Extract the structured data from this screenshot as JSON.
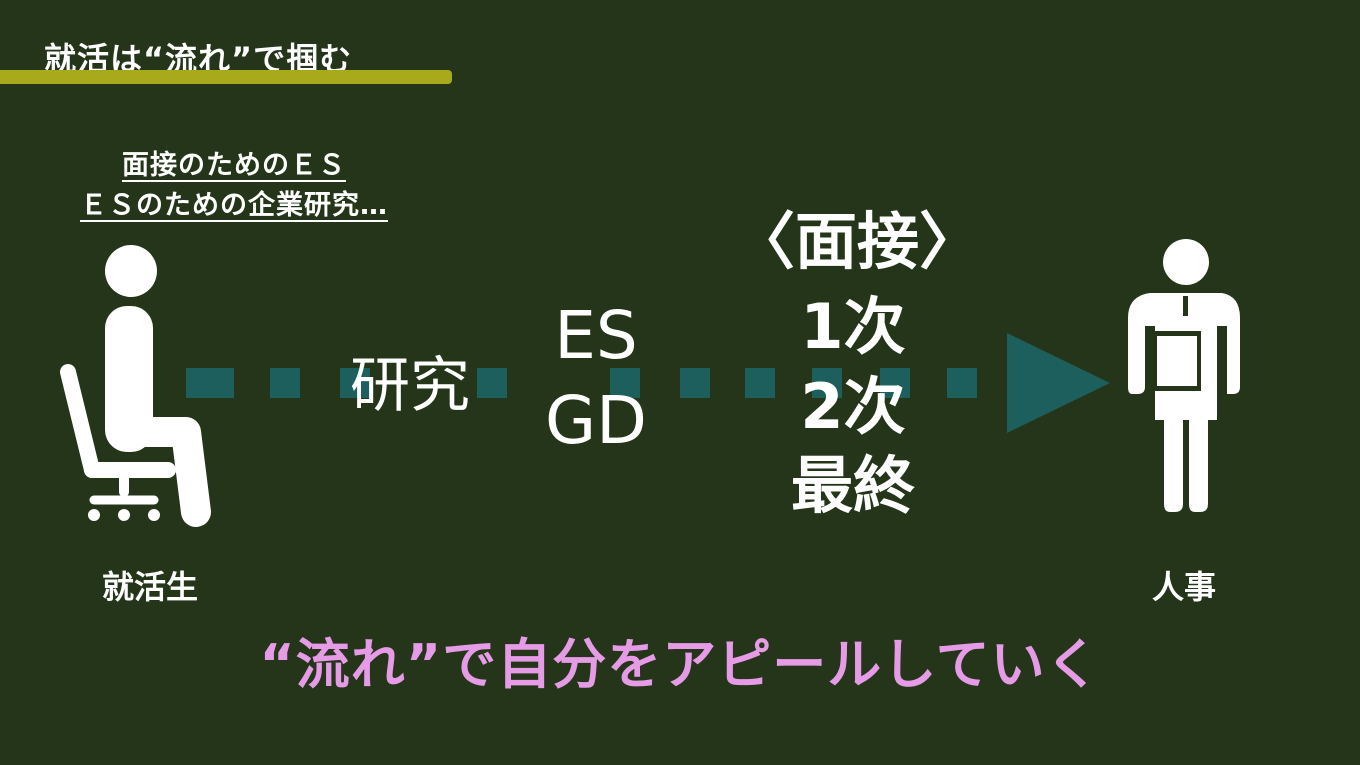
{
  "title": "就活は“流れ”で掴む",
  "notes": {
    "line1": "面接のためのＥＳ",
    "line2": "ＥＳのための企業研究…"
  },
  "steps": {
    "research": "研究",
    "es": "ES",
    "gd": "GD"
  },
  "interview": {
    "heading": "〈面接〉",
    "first": "1次",
    "second": "2次",
    "final": "最終"
  },
  "labels": {
    "student": "就活生",
    "hr": "人事"
  },
  "footer": "“流れ”で自分をアピールしていく",
  "colors": {
    "background": "#243519",
    "underline": "#a9a91c",
    "arrow": "#1c5f5d",
    "footer": "#e59be6",
    "icon": "#ffffff"
  },
  "icons": {
    "student": "seated-person-icon",
    "hr": "business-person-clipboard-icon"
  }
}
